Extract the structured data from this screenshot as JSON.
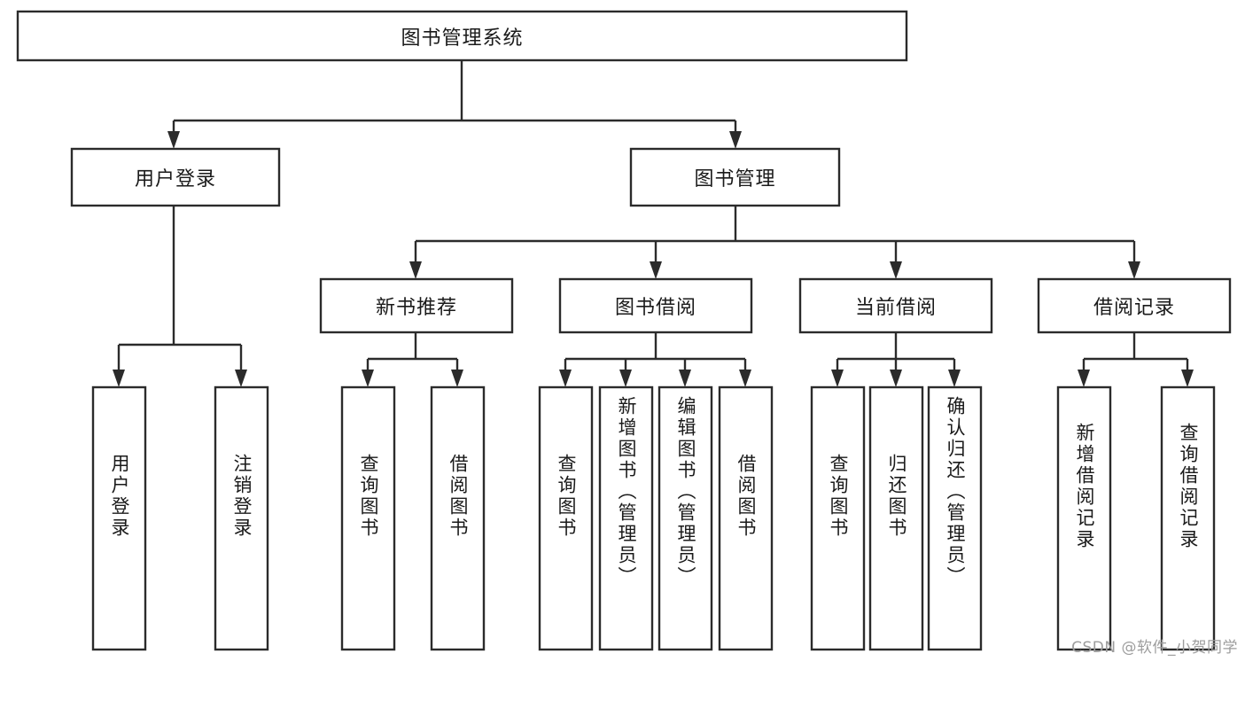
{
  "diagram": {
    "type": "tree-hierarchy",
    "orientation": "top-down",
    "root": {
      "label": "图书管理系统"
    },
    "level1": [
      {
        "label": "用户登录"
      },
      {
        "label": "图书管理"
      }
    ],
    "level2": [
      {
        "label": "新书推荐"
      },
      {
        "label": "图书借阅"
      },
      {
        "label": "当前借阅"
      },
      {
        "label": "借阅记录"
      }
    ],
    "leaves": {
      "user_login": [
        {
          "label": "用户登录"
        },
        {
          "label": "注销登录"
        }
      ],
      "new_book_recommend": [
        {
          "label": "查询图书"
        },
        {
          "label": "借阅图书"
        }
      ],
      "book_borrow": [
        {
          "label": "查询图书"
        },
        {
          "label": "新增图书（管理员）"
        },
        {
          "label": "编辑图书（管理员）"
        },
        {
          "label": "借阅图书"
        }
      ],
      "current_borrow": [
        {
          "label": "查询图书"
        },
        {
          "label": "归还图书"
        },
        {
          "label": "确认归还（管理员）"
        }
      ],
      "borrow_records": [
        {
          "label": "新增借阅记录"
        },
        {
          "label": "查询借阅记录"
        }
      ]
    }
  },
  "watermark": {
    "text": "CSDN @软件_小贺同学"
  },
  "colors": {
    "stroke": "#2b2b2b",
    "fill": "#ffffff",
    "text": "#1a1a1a",
    "watermark": "#9d9d9d"
  }
}
